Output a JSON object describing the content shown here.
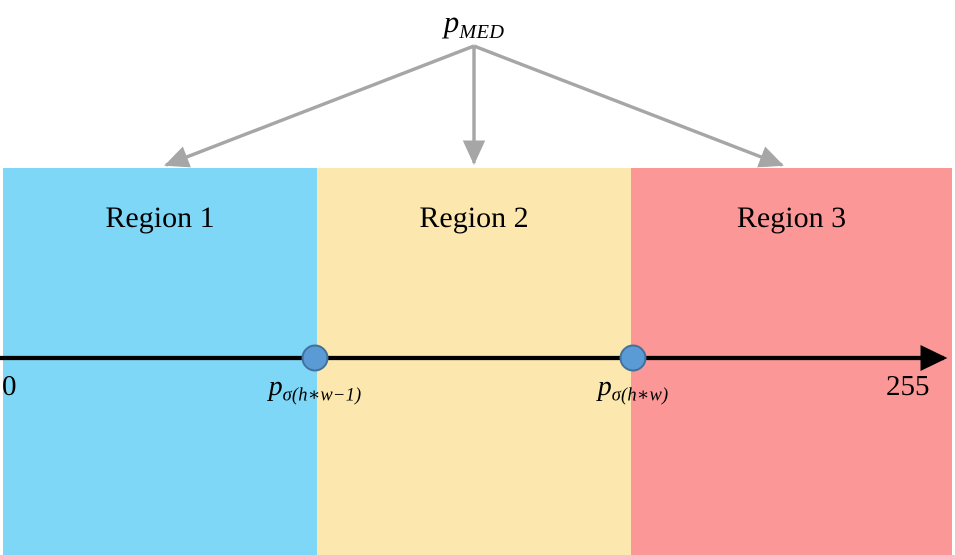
{
  "diagram": {
    "title_annotation": {
      "base": "p",
      "subscript": "MED",
      "name": "p-med-label"
    },
    "regions": [
      {
        "label": "Region 1",
        "color": "#7FD7F7"
      },
      {
        "label": "Region 2",
        "color": "#FCE8AE"
      },
      {
        "label": "Region 3",
        "color": "#FC9797"
      }
    ],
    "axis": {
      "min_label": "0",
      "max_label": "255",
      "line_color": "#000000",
      "arrow": "right-arrow-icon"
    },
    "ticks": [
      {
        "base": "p",
        "subscript": "σ(h∗w−1)",
        "marker_color": "#5B9BD5",
        "marker_outline": "#41719C"
      },
      {
        "base": "p",
        "subscript": "σ(h∗w)",
        "marker_color": "#5B9BD5",
        "marker_outline": "#41719C"
      }
    ],
    "pointers": {
      "color": "#A6A6A6",
      "count": 3,
      "targets": [
        "Region 1",
        "Region 2",
        "Region 3"
      ]
    }
  }
}
